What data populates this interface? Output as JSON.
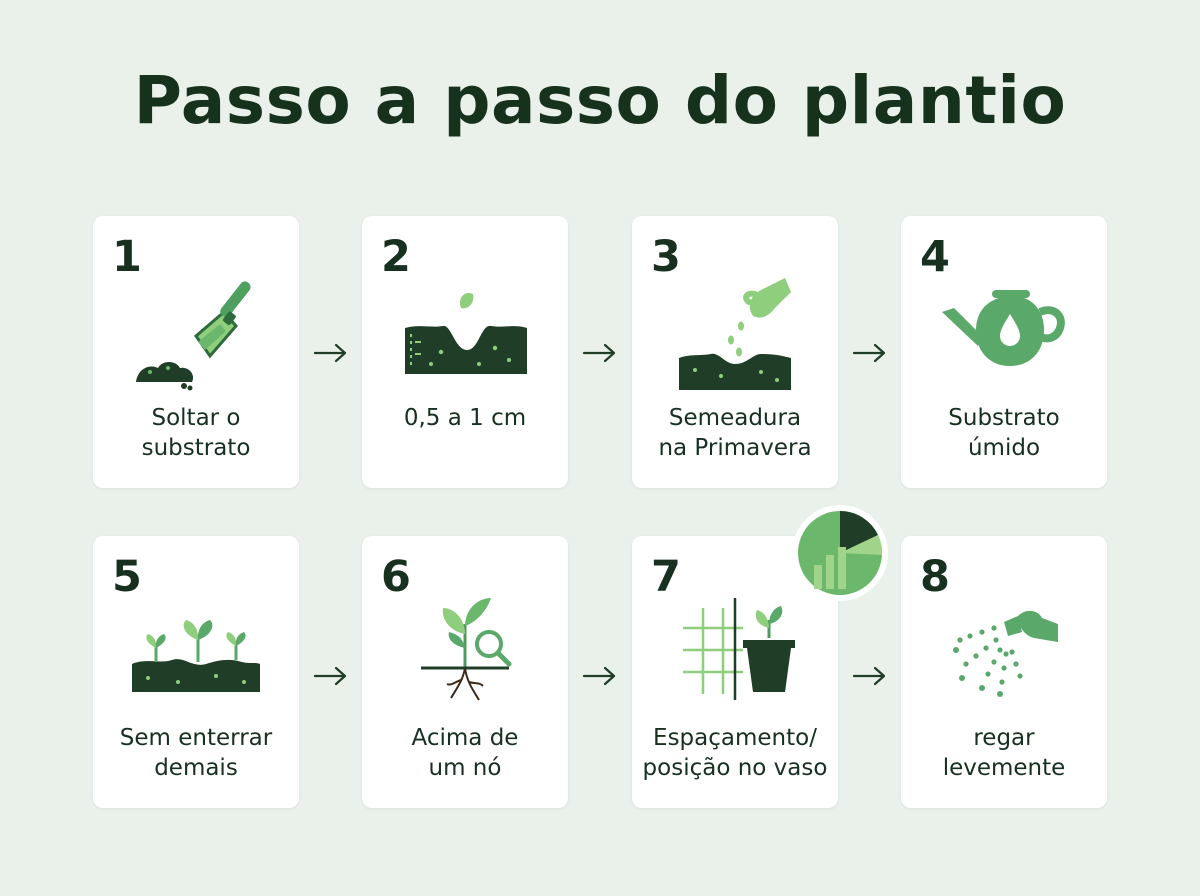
{
  "title": "Passo a passo do plantio",
  "colors": {
    "background": "#e9f1ea",
    "dark_green": "#1f3d27",
    "mid_green": "#5aa86a",
    "light_green": "#9fd48a",
    "card": "#ffffff"
  },
  "steps": [
    {
      "number": "1",
      "line1": "Soltar o",
      "line2": "substrato",
      "icon": "trowel-soil-icon"
    },
    {
      "number": "2",
      "line1": "0,5 a 1 cm",
      "line2": "",
      "icon": "soil-depth-seed-icon"
    },
    {
      "number": "3",
      "line1": "Semeadura",
      "line2": "na Primavera",
      "icon": "hand-sowing-seeds-icon"
    },
    {
      "number": "4",
      "line1": "Substrato",
      "line2": "úmido",
      "icon": "watering-can-icon"
    },
    {
      "number": "5",
      "line1": "Sem enterrar",
      "line2": "demais",
      "icon": "seedlings-soil-icon"
    },
    {
      "number": "6",
      "line1": "Acima de",
      "line2": "um nó",
      "icon": "plant-node-magnifier-icon"
    },
    {
      "number": "7",
      "line1": "Espaçamento/",
      "line2": "posição no vaso",
      "icon": "grid-potted-plant-icon"
    },
    {
      "number": "8",
      "line1": "regar",
      "line2": "levemente",
      "icon": "watering-nozzle-spray-icon"
    }
  ],
  "arrow_icon": "arrow-right-icon",
  "badge_icon": "pie-bar-chart-badge-icon"
}
